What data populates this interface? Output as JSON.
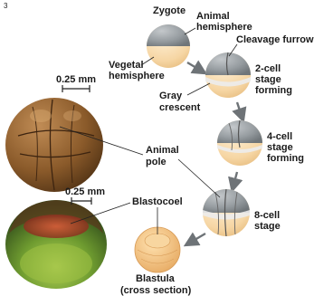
{
  "figure": {
    "number": "3",
    "colors": {
      "animal_hemisphere": "#8e9498",
      "vegetal_hemisphere": "#f7dcae",
      "gray_crescent": "#e9e9e9",
      "arrow": "#6e7377",
      "embryo_photo": "#8a5a2a",
      "blastula_photo": "#5f8a2e",
      "blastula_drawing": "#f1c98a"
    },
    "labels": {
      "zygote": "Zygote",
      "animal_hemisphere": [
        "Animal",
        "hemisphere"
      ],
      "cleavage_furrow": "Cleavage furrow",
      "vegetal_hemisphere": [
        "Vegetal",
        "hemisphere"
      ],
      "two_cell": [
        "2-cell",
        "stage",
        "forming"
      ],
      "gray_crescent": [
        "Gray",
        "crescent"
      ],
      "four_cell": [
        "4-cell",
        "stage",
        "forming"
      ],
      "eight_cell": [
        "8-cell",
        "stage"
      ],
      "animal_pole": [
        "Animal",
        "pole"
      ],
      "blastocoel": "Blastocoel",
      "blastula": [
        "Blastula",
        "(cross section)"
      ]
    },
    "scale_bars": {
      "top": "0.25 mm",
      "bottom": "0.25 mm"
    }
  }
}
